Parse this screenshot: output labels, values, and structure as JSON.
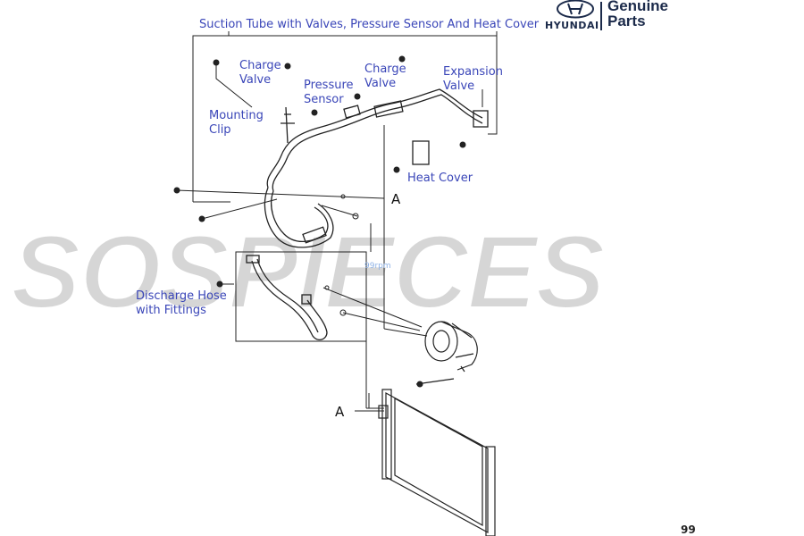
{
  "brand": {
    "logo_text": "HYUNDAI",
    "genuine": "Genuine",
    "parts": "Parts"
  },
  "watermark": {
    "main": "SOSPIECES",
    "small": "99rpm",
    "footer": "99"
  },
  "labels": {
    "suction_tube": "Suction Tube with Valves, Pressure Sensor And Heat Cover",
    "charge_valve_1": "Charge\nValve",
    "pressure_sensor": "Pressure\nSensor",
    "charge_valve_2": "Charge\nValve",
    "expansion_valve": "Expansion\nValve",
    "mounting_clip": "Mounting\nClip",
    "heat_cover": "Heat Cover",
    "discharge_hose": "Discharge Hose\nwith Fittings",
    "connector_a_upper": "A",
    "connector_a_lower": "A"
  },
  "colors": {
    "label": "#3a46b8",
    "line": "#222222",
    "watermark_fill": "#d6d6d6",
    "watermark_stroke": "#ffffff",
    "brand": "#1b2a4a"
  }
}
